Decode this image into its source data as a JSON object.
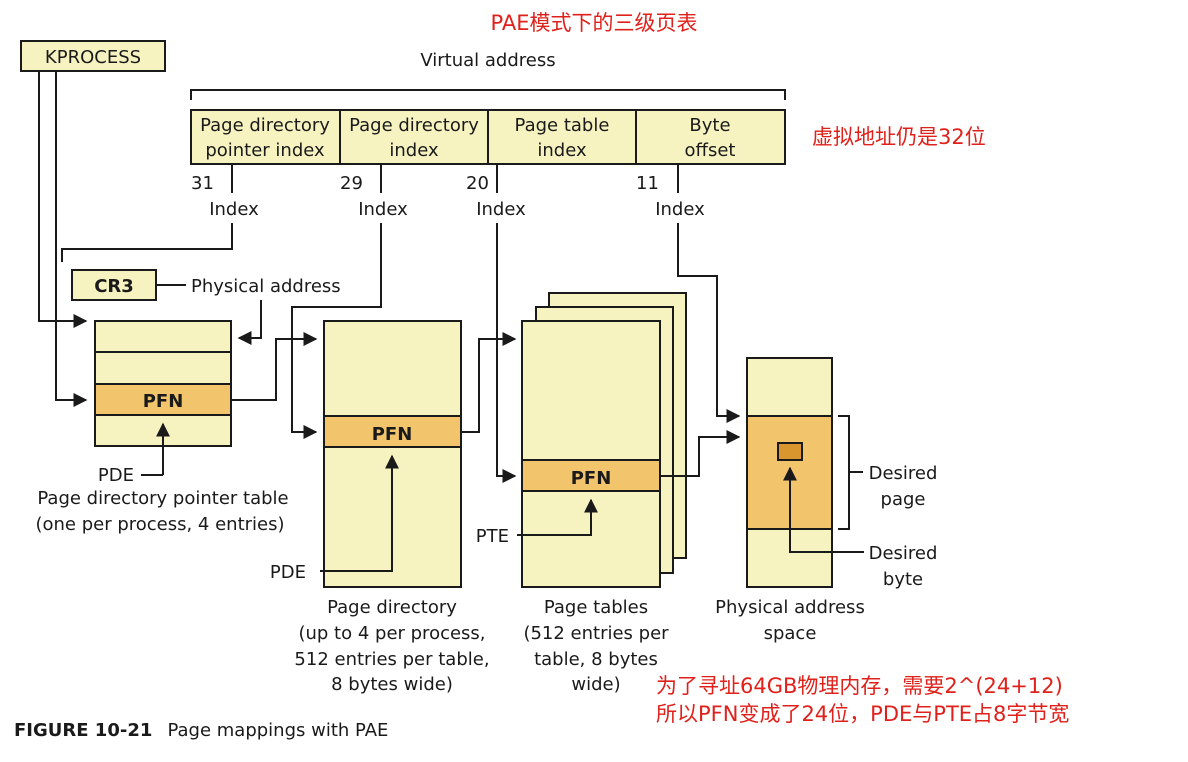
{
  "annotations": {
    "title": "PAE模式下的三级页表",
    "virtual_note": "虚拟地址仍是32位",
    "bottom_note_line1": "为了寻址64GB物理内存，需要2^(24+12)",
    "bottom_note_line2": "所以PFN变成了24位，PDE与PTE占8字节宽"
  },
  "kprocess": "KPROCESS",
  "virtual_address": {
    "label": "Virtual address",
    "fields": [
      {
        "line1": "Page directory",
        "line2": "pointer index"
      },
      {
        "line1": "Page directory",
        "line2": "index"
      },
      {
        "line1": "Page table",
        "line2": "index"
      },
      {
        "line1": "Byte",
        "line2": "offset"
      }
    ],
    "bits": [
      "31",
      "29",
      "20",
      "11"
    ],
    "index_label": "Index"
  },
  "cr3": {
    "label": "CR3",
    "physical_address": "Physical address"
  },
  "pfn": "PFN",
  "pdpt": {
    "pde_label": "PDE",
    "caption_line1": "Page directory pointer table",
    "caption_line2": "(one per process, 4 entries)"
  },
  "page_directory": {
    "pde_label": "PDE",
    "caption": [
      "Page directory",
      "(up to 4 per process,",
      "512 entries per table,",
      "8 bytes wide)"
    ]
  },
  "page_tables": {
    "pte_label": "PTE",
    "caption": [
      "Page tables",
      "(512 entries per",
      "table, 8 bytes",
      "wide)"
    ]
  },
  "physical_space": {
    "caption": [
      "Physical address",
      "space"
    ],
    "desired_page": [
      "Desired",
      "page"
    ],
    "desired_byte": [
      "Desired",
      "byte"
    ]
  },
  "figure": {
    "number": "FIGURE 10-21",
    "caption": "Page mappings with PAE"
  }
}
